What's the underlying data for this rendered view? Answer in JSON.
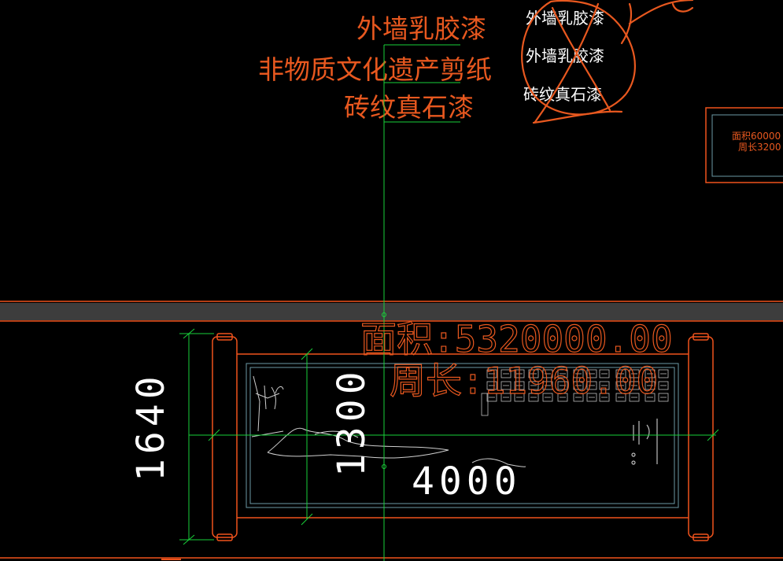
{
  "labels": {
    "material_1": "外墙乳胶漆",
    "material_2": "非物质文化遗产剪纸",
    "material_3": "砖纹真石漆"
  },
  "crossed_labels": {
    "item_1": "外墙乳胶漆",
    "item_2": "外墙乳胶漆",
    "item_3": "砖纹真石漆"
  },
  "side_box": {
    "area": "面积60000",
    "perimeter": "周长3200"
  },
  "measure": {
    "area": "面积:5320000.00",
    "perimeter": "周长:11960.00"
  },
  "dimensions": {
    "height_outer": "1640",
    "height_inner": "1300",
    "width": "4000"
  },
  "colors": {
    "background": "#000000",
    "annotation": "#e8581f",
    "guide": "#19d13a",
    "outline": "#f0531c",
    "inner_frame": "#6b9aa6",
    "band": "#3d3d3d",
    "white_text": "#ffffff"
  }
}
